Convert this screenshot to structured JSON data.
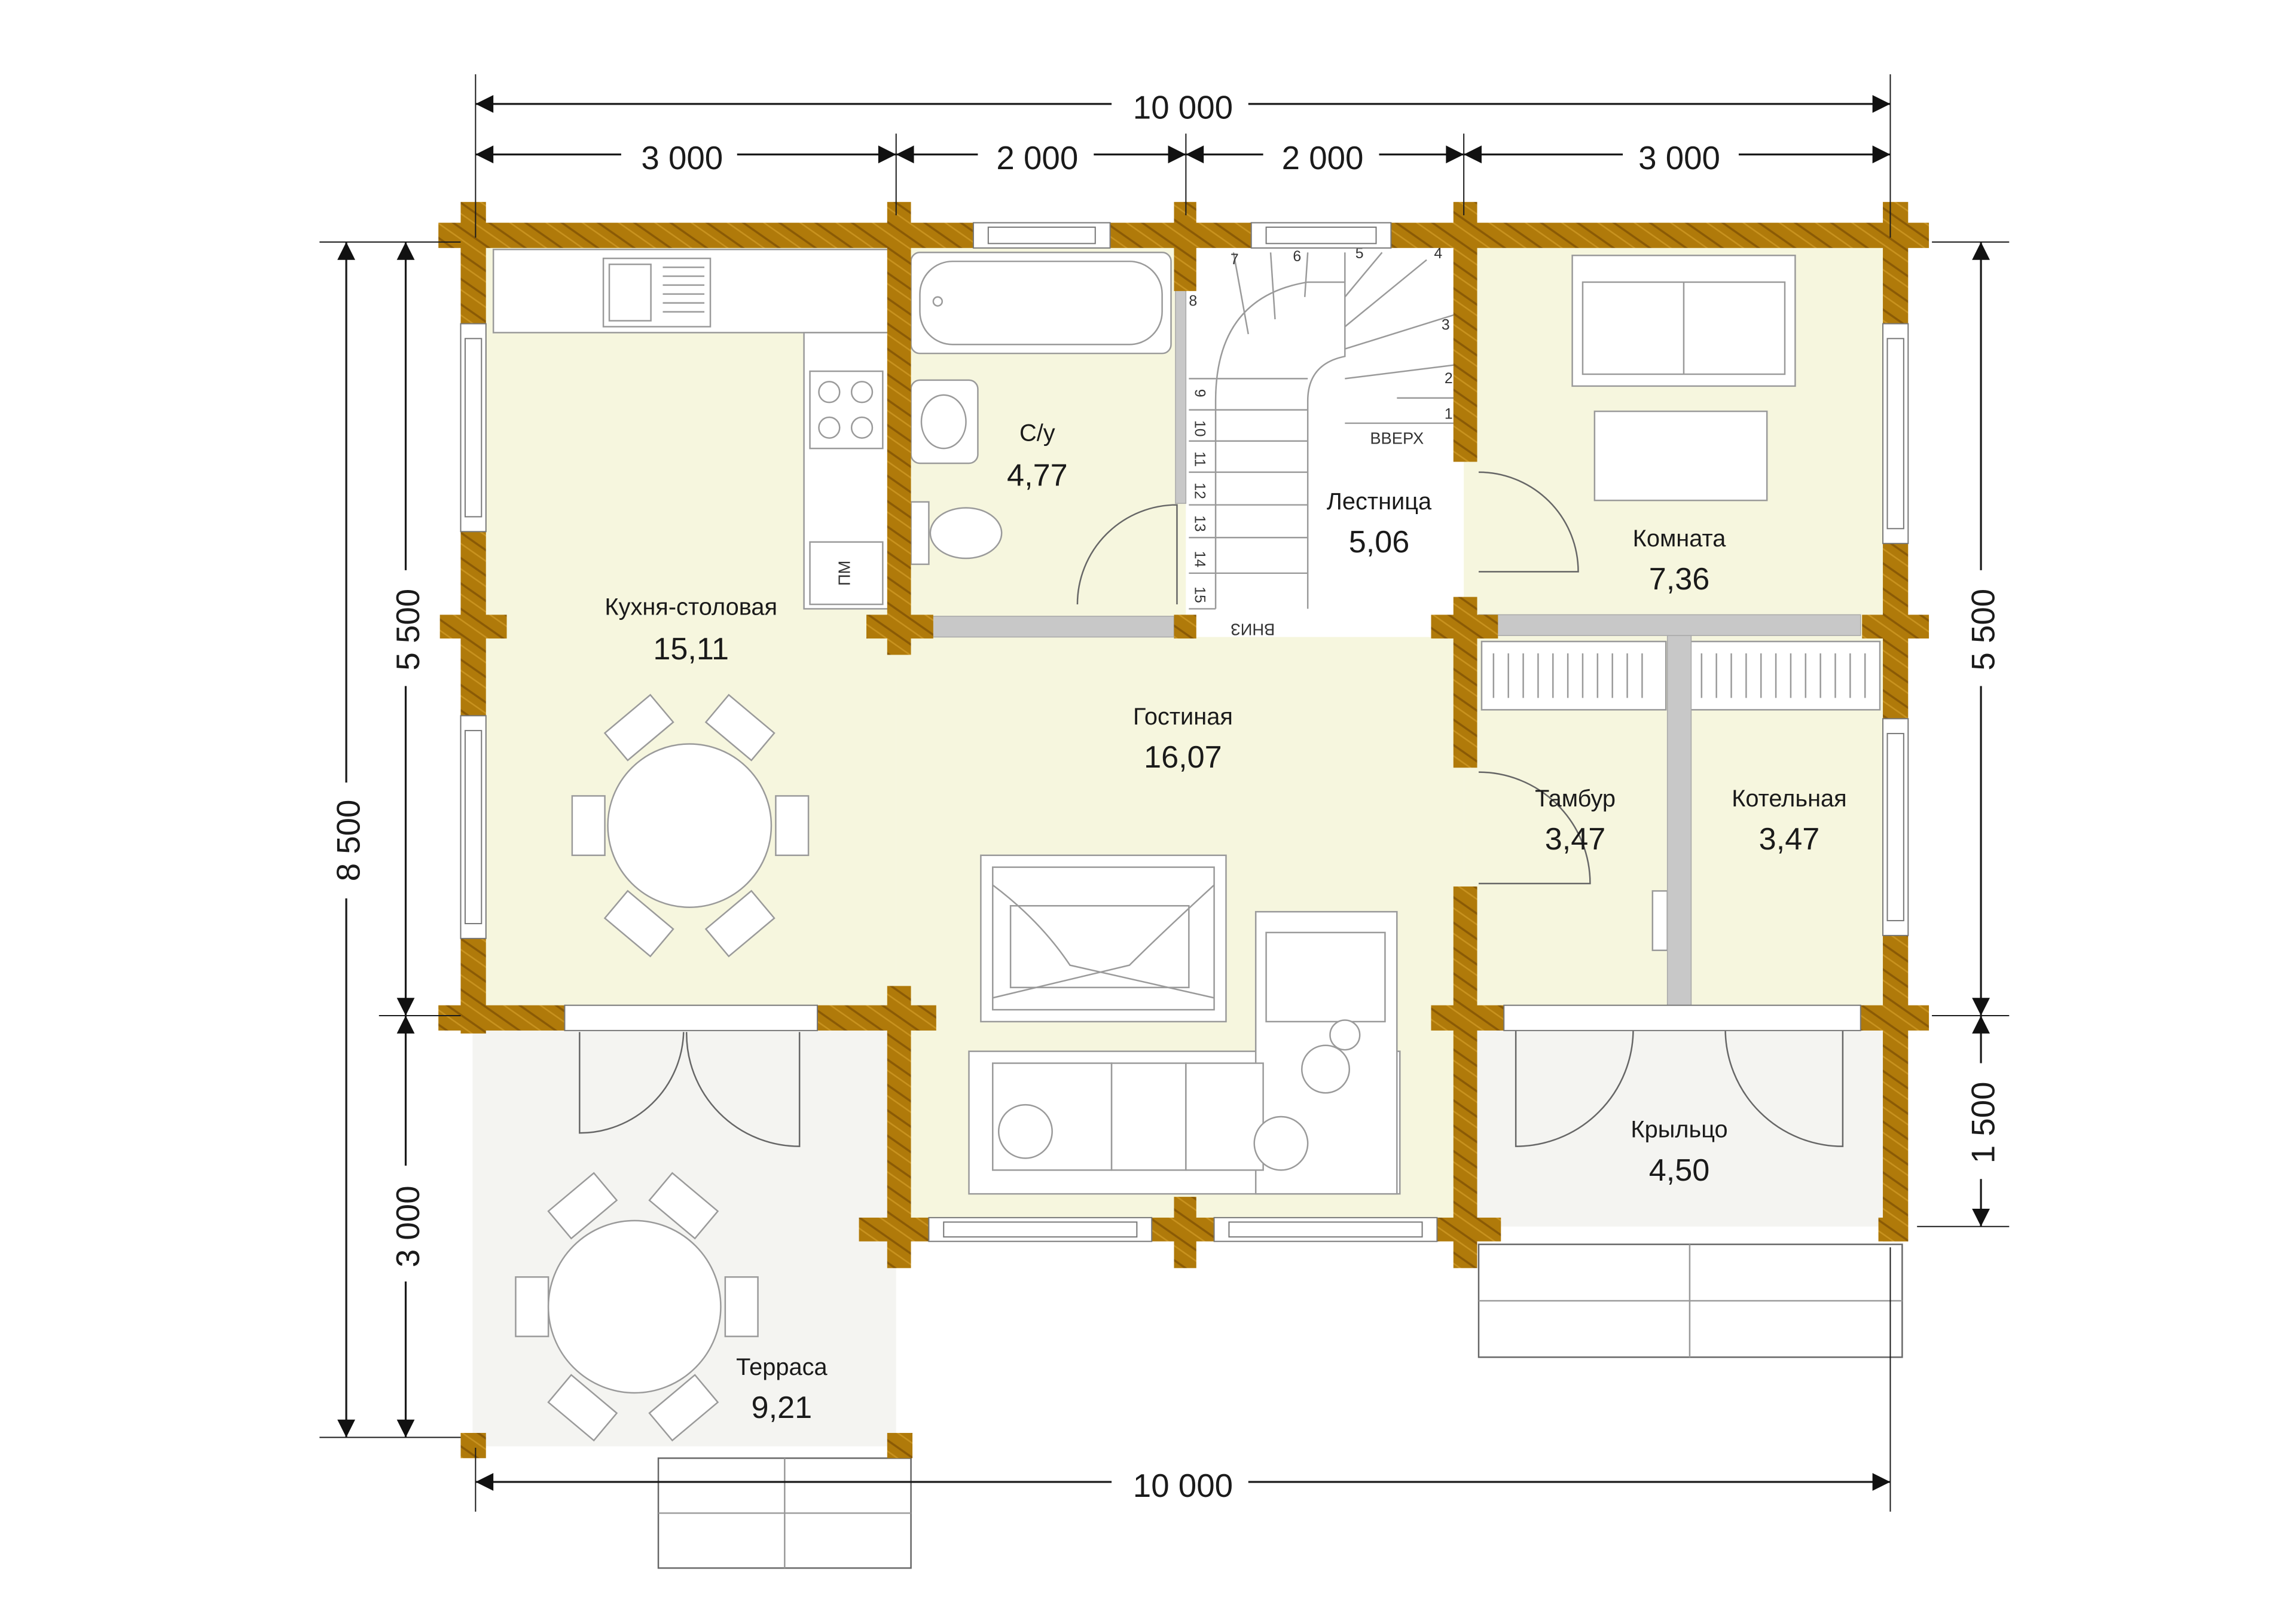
{
  "dimensions": {
    "top_total": "10 000",
    "top_segments": [
      "3 000",
      "2 000",
      "2 000",
      "3 000"
    ],
    "bottom_total": "10 000",
    "left_total": "8 500",
    "left_upper": "5 500",
    "left_lower": "3 000",
    "right_upper": "5 500",
    "right_lower": "1 500"
  },
  "rooms": {
    "kitchen": {
      "name": "Кухня-столовая",
      "area": "15,11"
    },
    "bathroom": {
      "name": "С/у",
      "area": "4,77"
    },
    "stairs": {
      "name": "Лестница",
      "area": "5,06"
    },
    "room": {
      "name": "Комната",
      "area": "7,36"
    },
    "living": {
      "name": "Гостиная",
      "area": "16,07"
    },
    "vestibule": {
      "name": "Тамбур",
      "area": "3,47"
    },
    "boiler": {
      "name": "Котельная",
      "area": "3,47"
    },
    "porch": {
      "name": "Крыльцо",
      "area": "4,50"
    },
    "terrace": {
      "name": "Терраса",
      "area": "9,21"
    }
  },
  "labels": {
    "up": "ВВЕРХ",
    "down": "ВНИЗ",
    "dishwasher": "ПМ"
  },
  "stair_numbers": [
    "1",
    "2",
    "3",
    "4",
    "5",
    "6",
    "7",
    "8",
    "9",
    "10",
    "11",
    "12",
    "13",
    "14",
    "15"
  ],
  "colors": {
    "wall": "#b07a0a",
    "room_fill": "#f6f6de",
    "terrace_fill": "#f4f4f1",
    "partition": "#c8c8c8"
  }
}
